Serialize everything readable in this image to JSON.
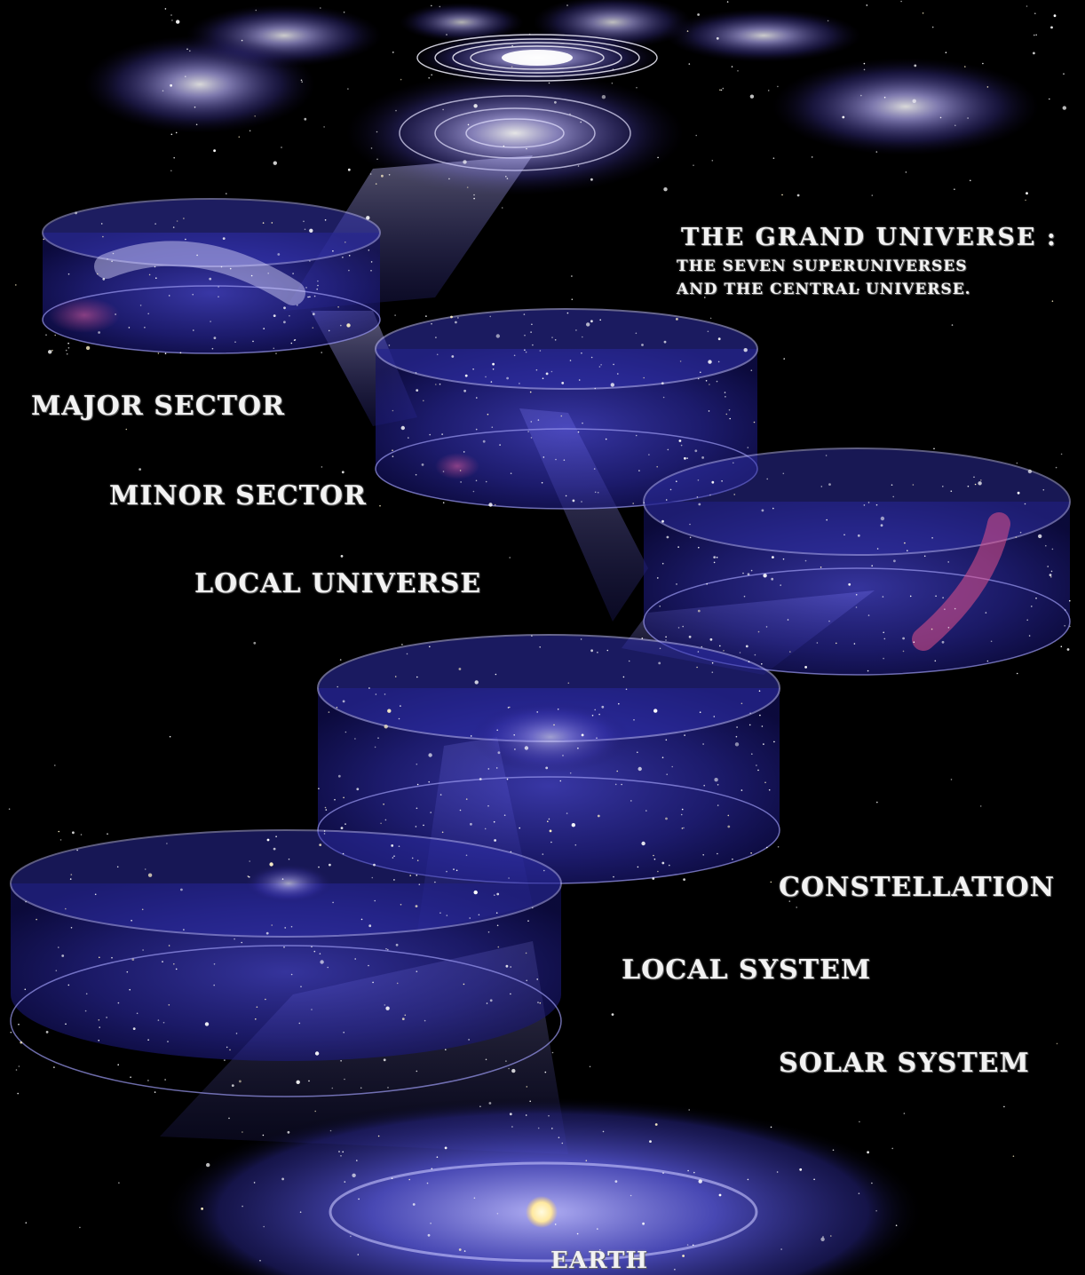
{
  "title": {
    "line1": "THE  GRAND UNIVERSE :",
    "line2": "THE  SEVEN  SUPERUNIVERSES",
    "line3": "AND THE  CENTRAL UNIVERSE."
  },
  "labels": {
    "major_sector": "MAJOR SECTOR",
    "minor_sector": "MINOR SECTOR",
    "local_universe": "LOCAL  UNIVERSE",
    "constellation": "CONSTELLATION",
    "local_system": "LOCAL SYSTEM",
    "solar_system": "SOLAR  SYSTEM",
    "earth": "EARTH"
  },
  "colors": {
    "background": "#000000",
    "nebula": "#6a5cff",
    "nebula_dark": "#1a1a7a",
    "glow": "#c8c8ff",
    "pink": "#e0508a",
    "text": "#f2f2f2"
  }
}
